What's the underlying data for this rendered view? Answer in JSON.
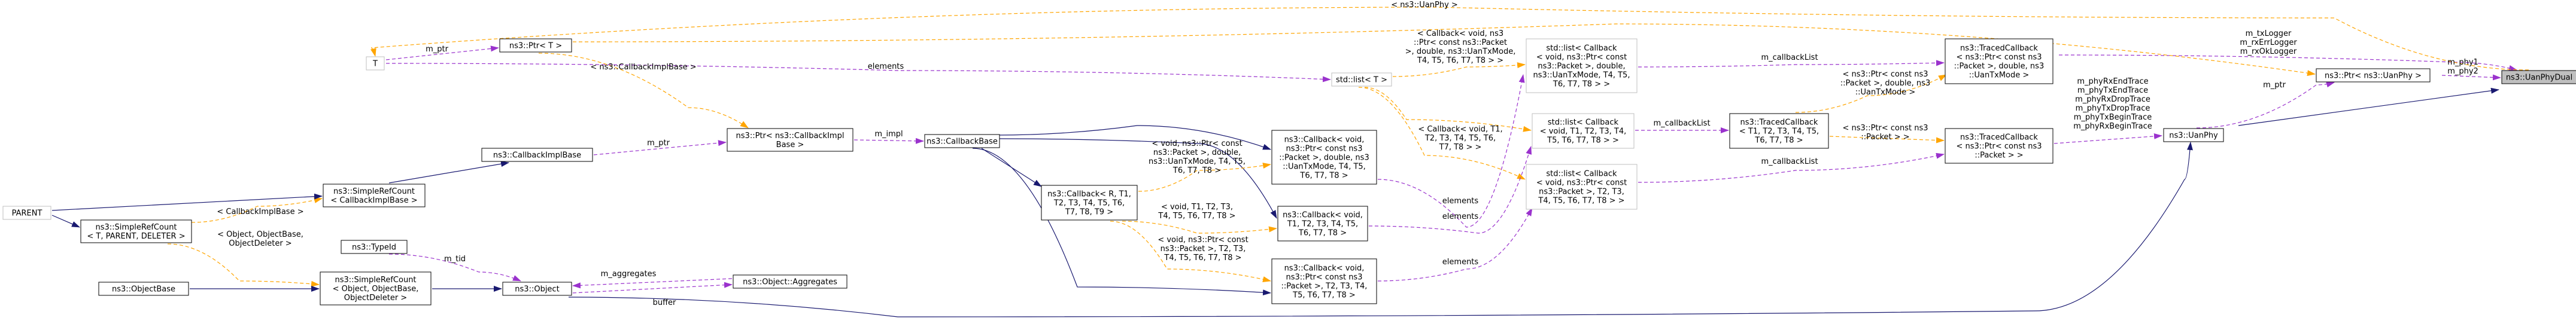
{
  "colors": {
    "inheritance": "#191970",
    "usage": "#9a32cd",
    "template": "#ffa500",
    "focus_fill": "#bfbfbf",
    "faded_border": "#bfbfbf"
  },
  "nodes": [
    {
      "id": "uanphydual",
      "lines": [
        "ns3::UanPhyDual"
      ],
      "style": "focus"
    },
    {
      "id": "uanphy",
      "lines": [
        "ns3::UanPhy"
      ]
    },
    {
      "id": "ptr_uanphy",
      "lines": [
        "ns3::Ptr< ns3::UanPhy >"
      ]
    },
    {
      "id": "traced_uantxmode",
      "lines": [
        "ns3::TracedCallback",
        "< ns3::Ptr< const ns3",
        "::Packet >, double, ns3",
        "::UanTxMode >"
      ]
    },
    {
      "id": "traced_packet",
      "lines": [
        "ns3::TracedCallback",
        "< ns3::Ptr< const ns3",
        "::Packet > >"
      ]
    },
    {
      "id": "traced_generic",
      "lines": [
        "ns3::TracedCallback",
        "< T1, T2, T3, T4, T5,",
        "T6, T7, T8 >"
      ]
    },
    {
      "id": "list_uantxmode",
      "lines": [
        "std::list< Callback",
        "< void, ns3::Ptr< const",
        "ns3::Packet >, double,",
        "ns3::UanTxMode, T4, T5,",
        "T6, T7, T8 > >"
      ],
      "style": "faded"
    },
    {
      "id": "list_generic",
      "lines": [
        "std::list< Callback",
        "< void, T1, T2, T3, T4,",
        "T5, T6, T7, T8 > >"
      ],
      "style": "faded"
    },
    {
      "id": "list_packet",
      "lines": [
        "std::list< Callback",
        "< void, ns3::Ptr< const",
        "ns3::Packet >, T2, T3,",
        "T4, T5, T6, T7, T8 > >"
      ],
      "style": "faded"
    },
    {
      "id": "list_t",
      "lines": [
        "std::list< T >"
      ],
      "style": "faded"
    },
    {
      "id": "t",
      "lines": [
        "T"
      ],
      "style": "faded"
    },
    {
      "id": "ptr_t",
      "lines": [
        "ns3::Ptr< T >"
      ]
    },
    {
      "id": "cb_void_uantxmode",
      "lines": [
        "ns3::Callback< void,",
        "ns3::Ptr< const ns3",
        "::Packet >, double, ns3",
        "::UanTxMode, T4, T5,",
        "T6, T7, T8 >"
      ]
    },
    {
      "id": "cb_void_generic",
      "lines": [
        "ns3::Callback< void,",
        "T1, T2, T3, T4, T5,",
        "T6, T7, T8 >"
      ]
    },
    {
      "id": "cb_void_packet",
      "lines": [
        "ns3::Callback< void,",
        "ns3::Ptr< const ns3",
        "::Packet >, T2, T3, T4,",
        "T5, T6, T7, T8 >"
      ]
    },
    {
      "id": "cb_generic",
      "lines": [
        "ns3::Callback< R, T1,",
        "T2, T3, T4, T5, T6,",
        "T7, T8, T9 >"
      ]
    },
    {
      "id": "callbackbase",
      "lines": [
        "ns3::CallbackBase"
      ]
    },
    {
      "id": "ptr_cbimpl",
      "lines": [
        "ns3::Ptr< ns3::CallbackImpl",
        "Base >"
      ]
    },
    {
      "id": "cbimplbase",
      "lines": [
        "ns3::CallbackImplBase"
      ]
    },
    {
      "id": "srefcount_cbimpl",
      "lines": [
        "ns3::SimpleRefCount",
        "< CallbackImplBase >"
      ]
    },
    {
      "id": "srefcount_generic",
      "lines": [
        "ns3::SimpleRefCount",
        "< T, PARENT, DELETER >"
      ]
    },
    {
      "id": "parent",
      "lines": [
        "PARENT"
      ],
      "style": "faded"
    },
    {
      "id": "objectbase",
      "lines": [
        "ns3::ObjectBase"
      ]
    },
    {
      "id": "typeid",
      "lines": [
        "ns3::TypeId"
      ]
    },
    {
      "id": "srefcount_object",
      "lines": [
        "ns3::SimpleRefCount",
        "< Object, ObjectBase,",
        "ObjectDeleter >"
      ]
    },
    {
      "id": "object",
      "lines": [
        "ns3::Object"
      ]
    },
    {
      "id": "aggregates",
      "lines": [
        "ns3::Object::Aggregates"
      ]
    }
  ],
  "edges": [
    {
      "kind": "inherit",
      "from": "uanphy",
      "to": "uanphydual"
    },
    {
      "kind": "usage",
      "from": "ptr_uanphy",
      "to": "uanphydual",
      "label": [
        "m_phy1",
        "m_phy2"
      ]
    },
    {
      "kind": "usage",
      "from": "traced_uantxmode",
      "to": "uanphydual",
      "label": [
        "m_txLogger",
        "m_rxErrLogger",
        "m_rxOkLogger"
      ]
    },
    {
      "kind": "usage",
      "from": "uanphydual",
      "to": "t",
      "label": [
        "< ns3::UanPhy >"
      ],
      "template": true
    },
    {
      "kind": "usage",
      "from": "uanphy",
      "to": "ptr_uanphy",
      "label": [
        "m_ptr"
      ]
    },
    {
      "kind": "usage",
      "from": "traced_packet",
      "to": "uanphy",
      "label": [
        "m_phyRxEndTrace",
        "m_phyTxEndTrace",
        "m_phyRxDropTrace",
        "m_phyTxDropTrace",
        "m_phyTxBeginTrace",
        "m_phyRxBeginTrace"
      ]
    },
    {
      "kind": "inherit",
      "from": "object",
      "to": "uanphy"
    },
    {
      "kind": "usage",
      "from": "list_uantxmode",
      "to": "traced_uantxmode",
      "label": [
        "m_callbackList"
      ]
    },
    {
      "kind": "template",
      "from": "traced_generic",
      "to": "traced_uantxmode",
      "label": [
        "< ns3::Ptr< const ns3",
        "::Packet >, double, ns3",
        "::UanTxMode >"
      ]
    },
    {
      "kind": "template",
      "from": "traced_generic",
      "to": "traced_packet",
      "label": [
        "< ns3::Ptr< const ns3",
        "::Packet > >"
      ]
    },
    {
      "kind": "usage",
      "from": "list_generic",
      "to": "traced_generic",
      "label": [
        "m_callbackList"
      ]
    },
    {
      "kind": "usage",
      "from": "list_packet",
      "to": "traced_packet",
      "label": [
        "m_callbackList"
      ]
    },
    {
      "kind": "template",
      "from": "list_t",
      "to": "list_uantxmode",
      "label": [
        "< Callback< void, ns3",
        "::Ptr< const ns3::Packet",
        " >, double, ns3::UanTxMode,",
        " T4, T5, T6, T7, T8 > >"
      ]
    },
    {
      "kind": "template",
      "from": "list_t",
      "to": "list_generic",
      "label": [
        "< Callback< void, T1,",
        "T2, T3, T4, T5, T6,",
        "T7, T8 > >"
      ]
    },
    {
      "kind": "template",
      "from": "list_t",
      "to": "list_packet"
    },
    {
      "kind": "usage",
      "from": "t",
      "to": "list_t",
      "label": [
        "elements"
      ]
    },
    {
      "kind": "usage",
      "from": "cb_void_uantxmode",
      "to": "list_uantxmode",
      "label": [
        "elements"
      ]
    },
    {
      "kind": "usage",
      "from": "cb_void_generic",
      "to": "list_generic",
      "label": [
        "elements"
      ]
    },
    {
      "kind": "usage",
      "from": "cb_void_packet",
      "to": "list_packet",
      "label": [
        "elements"
      ]
    },
    {
      "kind": "usage",
      "from": "t",
      "to": "ptr_t",
      "label": [
        "m_ptr"
      ]
    },
    {
      "kind": "template",
      "from": "ptr_t",
      "to": "ptr_uanphy"
    },
    {
      "kind": "template",
      "from": "ptr_t",
      "to": "ptr_cbimpl",
      "label": [
        "< ns3::CallbackImplBase >"
      ]
    },
    {
      "kind": "inherit",
      "from": "callbackbase",
      "to": "cb_void_uantxmode"
    },
    {
      "kind": "inherit",
      "from": "callbackbase",
      "to": "cb_void_generic"
    },
    {
      "kind": "inherit",
      "from": "callbackbase",
      "to": "cb_void_packet"
    },
    {
      "kind": "inherit",
      "from": "callbackbase",
      "to": "cb_generic"
    },
    {
      "kind": "template",
      "from": "cb_generic",
      "to": "cb_void_uantxmode",
      "label": [
        "< void, ns3::Ptr< const",
        "ns3::Packet >, double,",
        "ns3::UanTxMode, T4, T5,",
        "T6, T7, T8 >"
      ]
    },
    {
      "kind": "template",
      "from": "cb_generic",
      "to": "cb_void_generic",
      "label": [
        "< void, T1, T2, T3,",
        "T4, T5, T6, T7, T8 >"
      ]
    },
    {
      "kind": "template",
      "from": "cb_generic",
      "to": "cb_void_packet",
      "label": [
        "< void, ns3::Ptr< const",
        "ns3::Packet >, T2, T3,",
        "T4, T5, T6, T7, T8 >"
      ]
    },
    {
      "kind": "usage",
      "from": "ptr_cbimpl",
      "to": "callbackbase",
      "label": [
        "m_impl"
      ]
    },
    {
      "kind": "usage",
      "from": "cbimplbase",
      "to": "ptr_cbimpl",
      "label": [
        "m_ptr"
      ]
    },
    {
      "kind": "inherit",
      "from": "srefcount_cbimpl",
      "to": "cbimplbase"
    },
    {
      "kind": "template",
      "from": "srefcount_generic",
      "to": "srefcount_cbimpl",
      "label": [
        "< CallbackImplBase >"
      ]
    },
    {
      "kind": "template",
      "from": "srefcount_generic",
      "to": "srefcount_object",
      "label": [
        "< Object, ObjectBase,",
        "ObjectDeleter >"
      ]
    },
    {
      "kind": "inherit",
      "from": "parent",
      "to": "srefcount_cbimpl"
    },
    {
      "kind": "inherit",
      "from": "parent",
      "to": "srefcount_generic"
    },
    {
      "kind": "inherit",
      "from": "objectbase",
      "to": "srefcount_object"
    },
    {
      "kind": "inherit",
      "from": "srefcount_object",
      "to": "object"
    },
    {
      "kind": "usage",
      "from": "typeid",
      "to": "object",
      "label": [
        "m_tid"
      ]
    },
    {
      "kind": "usage",
      "from": "aggregates",
      "to": "object",
      "label": [
        "m_aggregates"
      ]
    },
    {
      "kind": "usage",
      "from": "object",
      "to": "aggregates",
      "label": [
        "buffer"
      ]
    }
  ]
}
